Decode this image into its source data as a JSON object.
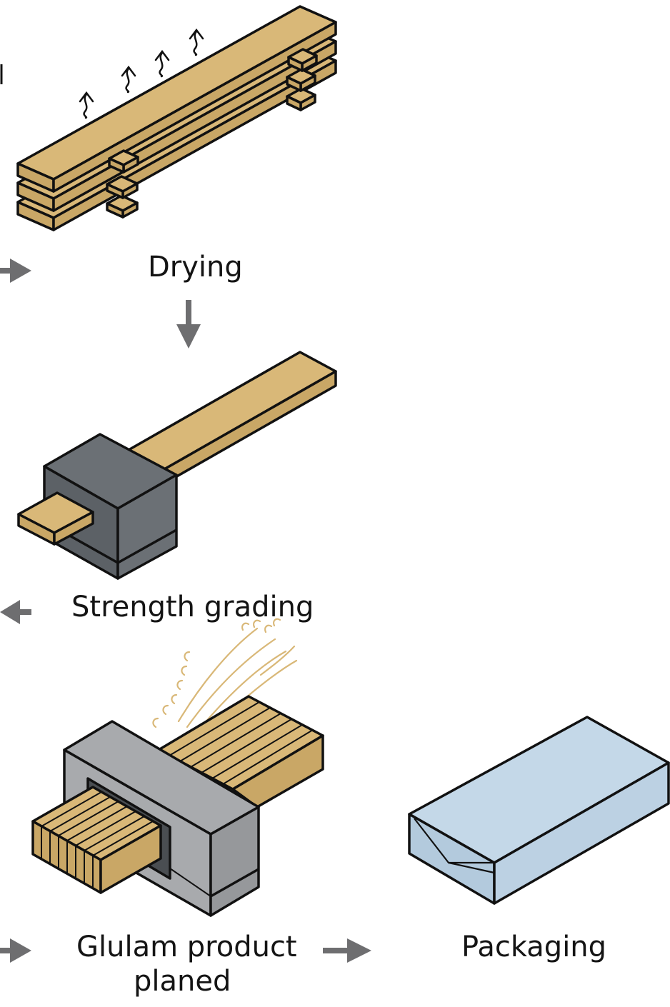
{
  "steps": {
    "drying": "Drying",
    "strength_grading": "Strength grading",
    "glulam_line1": "Glulam product",
    "glulam_line2": "planed",
    "packaging": "Packaging"
  },
  "colors": {
    "wood": "#d9b878",
    "machine_dark": "#6b7075",
    "machine_light": "#a8aaad",
    "package": "#c4d8e8",
    "arrow": "#6e6e70",
    "outline": "#111111"
  },
  "icons": [
    "heat-waves-icon",
    "arrow-right-icon",
    "arrow-down-icon",
    "arrow-left-icon",
    "wood-shavings-icon"
  ]
}
